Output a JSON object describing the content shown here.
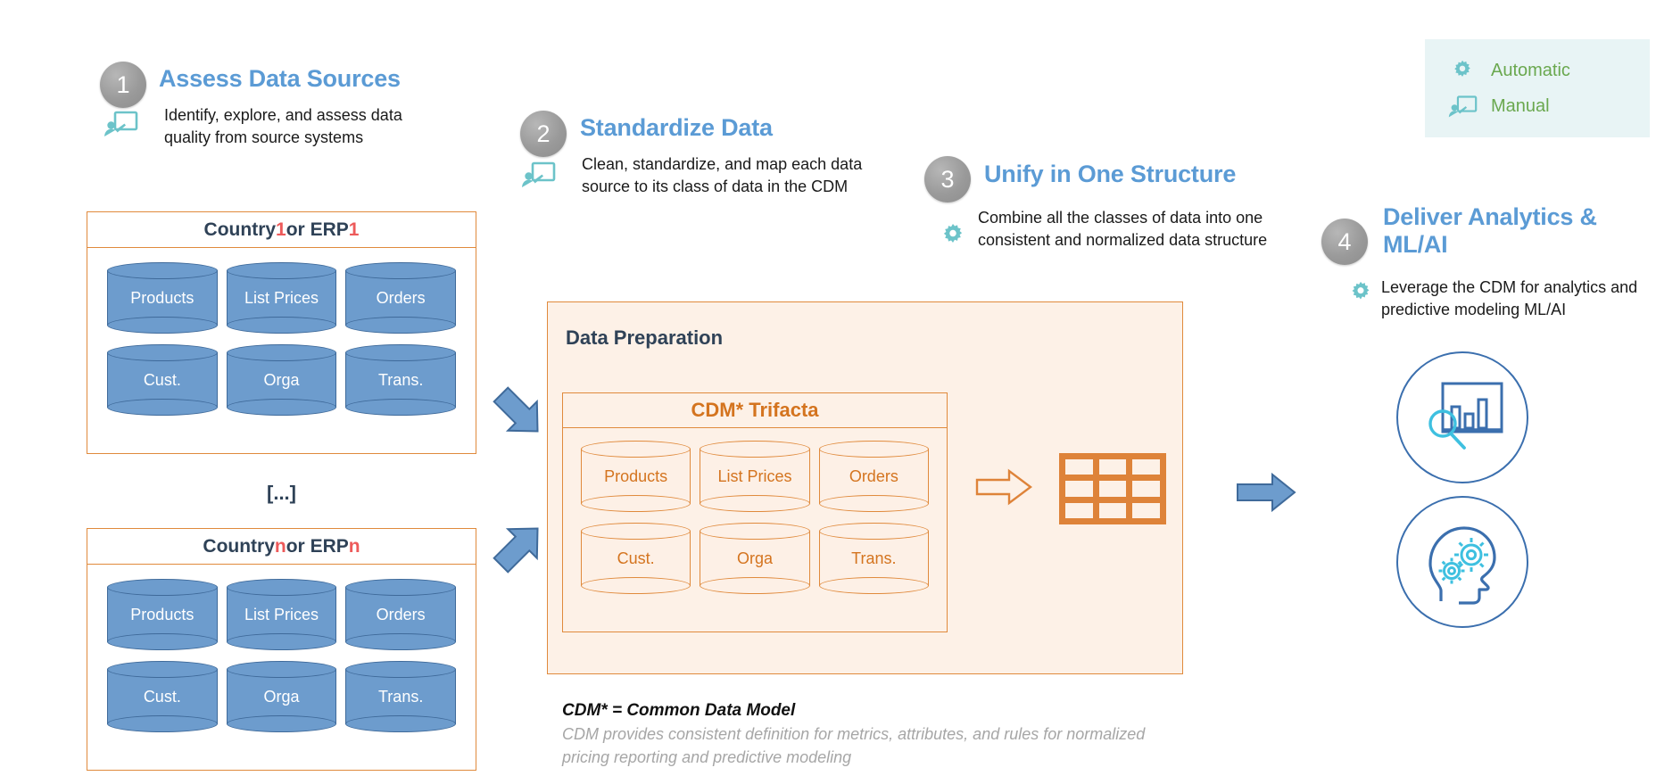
{
  "legend": {
    "bg_color": "#e8f4f5",
    "text_color": "#6aa84f",
    "items": [
      {
        "icon": "gear-icon",
        "label": "Automatic"
      },
      {
        "icon": "manual-person-screen-icon",
        "label": "Manual"
      }
    ]
  },
  "steps": [
    {
      "number": "1",
      "title": "Assess Data Sources",
      "icon": "manual-person-screen-icon",
      "description": "Identify, explore, and assess data quality from source systems"
    },
    {
      "number": "2",
      "title": "Standardize Data",
      "icon": "manual-person-screen-icon",
      "description": "Clean, standardize, and map each data source to its class of data in the CDM"
    },
    {
      "number": "3",
      "title": "Unify in One Structure",
      "icon": "gear-icon",
      "description": "Combine all the classes of data into one consistent and normalized data structure"
    },
    {
      "number": "4",
      "title": "Deliver Analytics & ML/AI",
      "icon": "gear-icon",
      "description": "Leverage the CDM for analytics and predictive modeling ML/AI"
    }
  ],
  "sources": {
    "ellipsis": "[...]",
    "boxes": [
      {
        "header_prefix": "Country ",
        "header_index": "1",
        "header_middle": " or ERP ",
        "header_index2": "1",
        "datasets": [
          "Products",
          "List Prices",
          "Orders",
          "Cust.",
          "Orga",
          "Trans."
        ]
      },
      {
        "header_prefix": "Country ",
        "header_index": "n",
        "header_middle": " or ERP ",
        "header_index2": "n",
        "datasets": [
          "Products",
          "List Prices",
          "Orders",
          "Cust.",
          "Orga",
          "Trans."
        ]
      }
    ]
  },
  "preparation": {
    "title": "Data Preparation",
    "cdm_title": "CDM* Trifacta",
    "datasets": [
      "Products",
      "List Prices",
      "Orders",
      "Cust.",
      "Orga",
      "Trans."
    ],
    "output_icon": "table-grid-icon"
  },
  "footnote": {
    "title": "CDM* = Common Data Model",
    "body": "CDM provides consistent definition for metrics, attributes, and rules for normalized pricing reporting and predictive modeling"
  },
  "analytics": {
    "icons": [
      {
        "name": "bar-chart-magnifier-icon"
      },
      {
        "name": "head-gears-icon"
      }
    ]
  },
  "colors": {
    "accent_blue": "#5b9bd5",
    "orange": "#e08a3c",
    "teal": "#6cc3c9",
    "green": "#6aa84f",
    "red": "#ed5a5a",
    "navy": "#2f4257",
    "cylinder_blue": "#6d9ccd"
  }
}
